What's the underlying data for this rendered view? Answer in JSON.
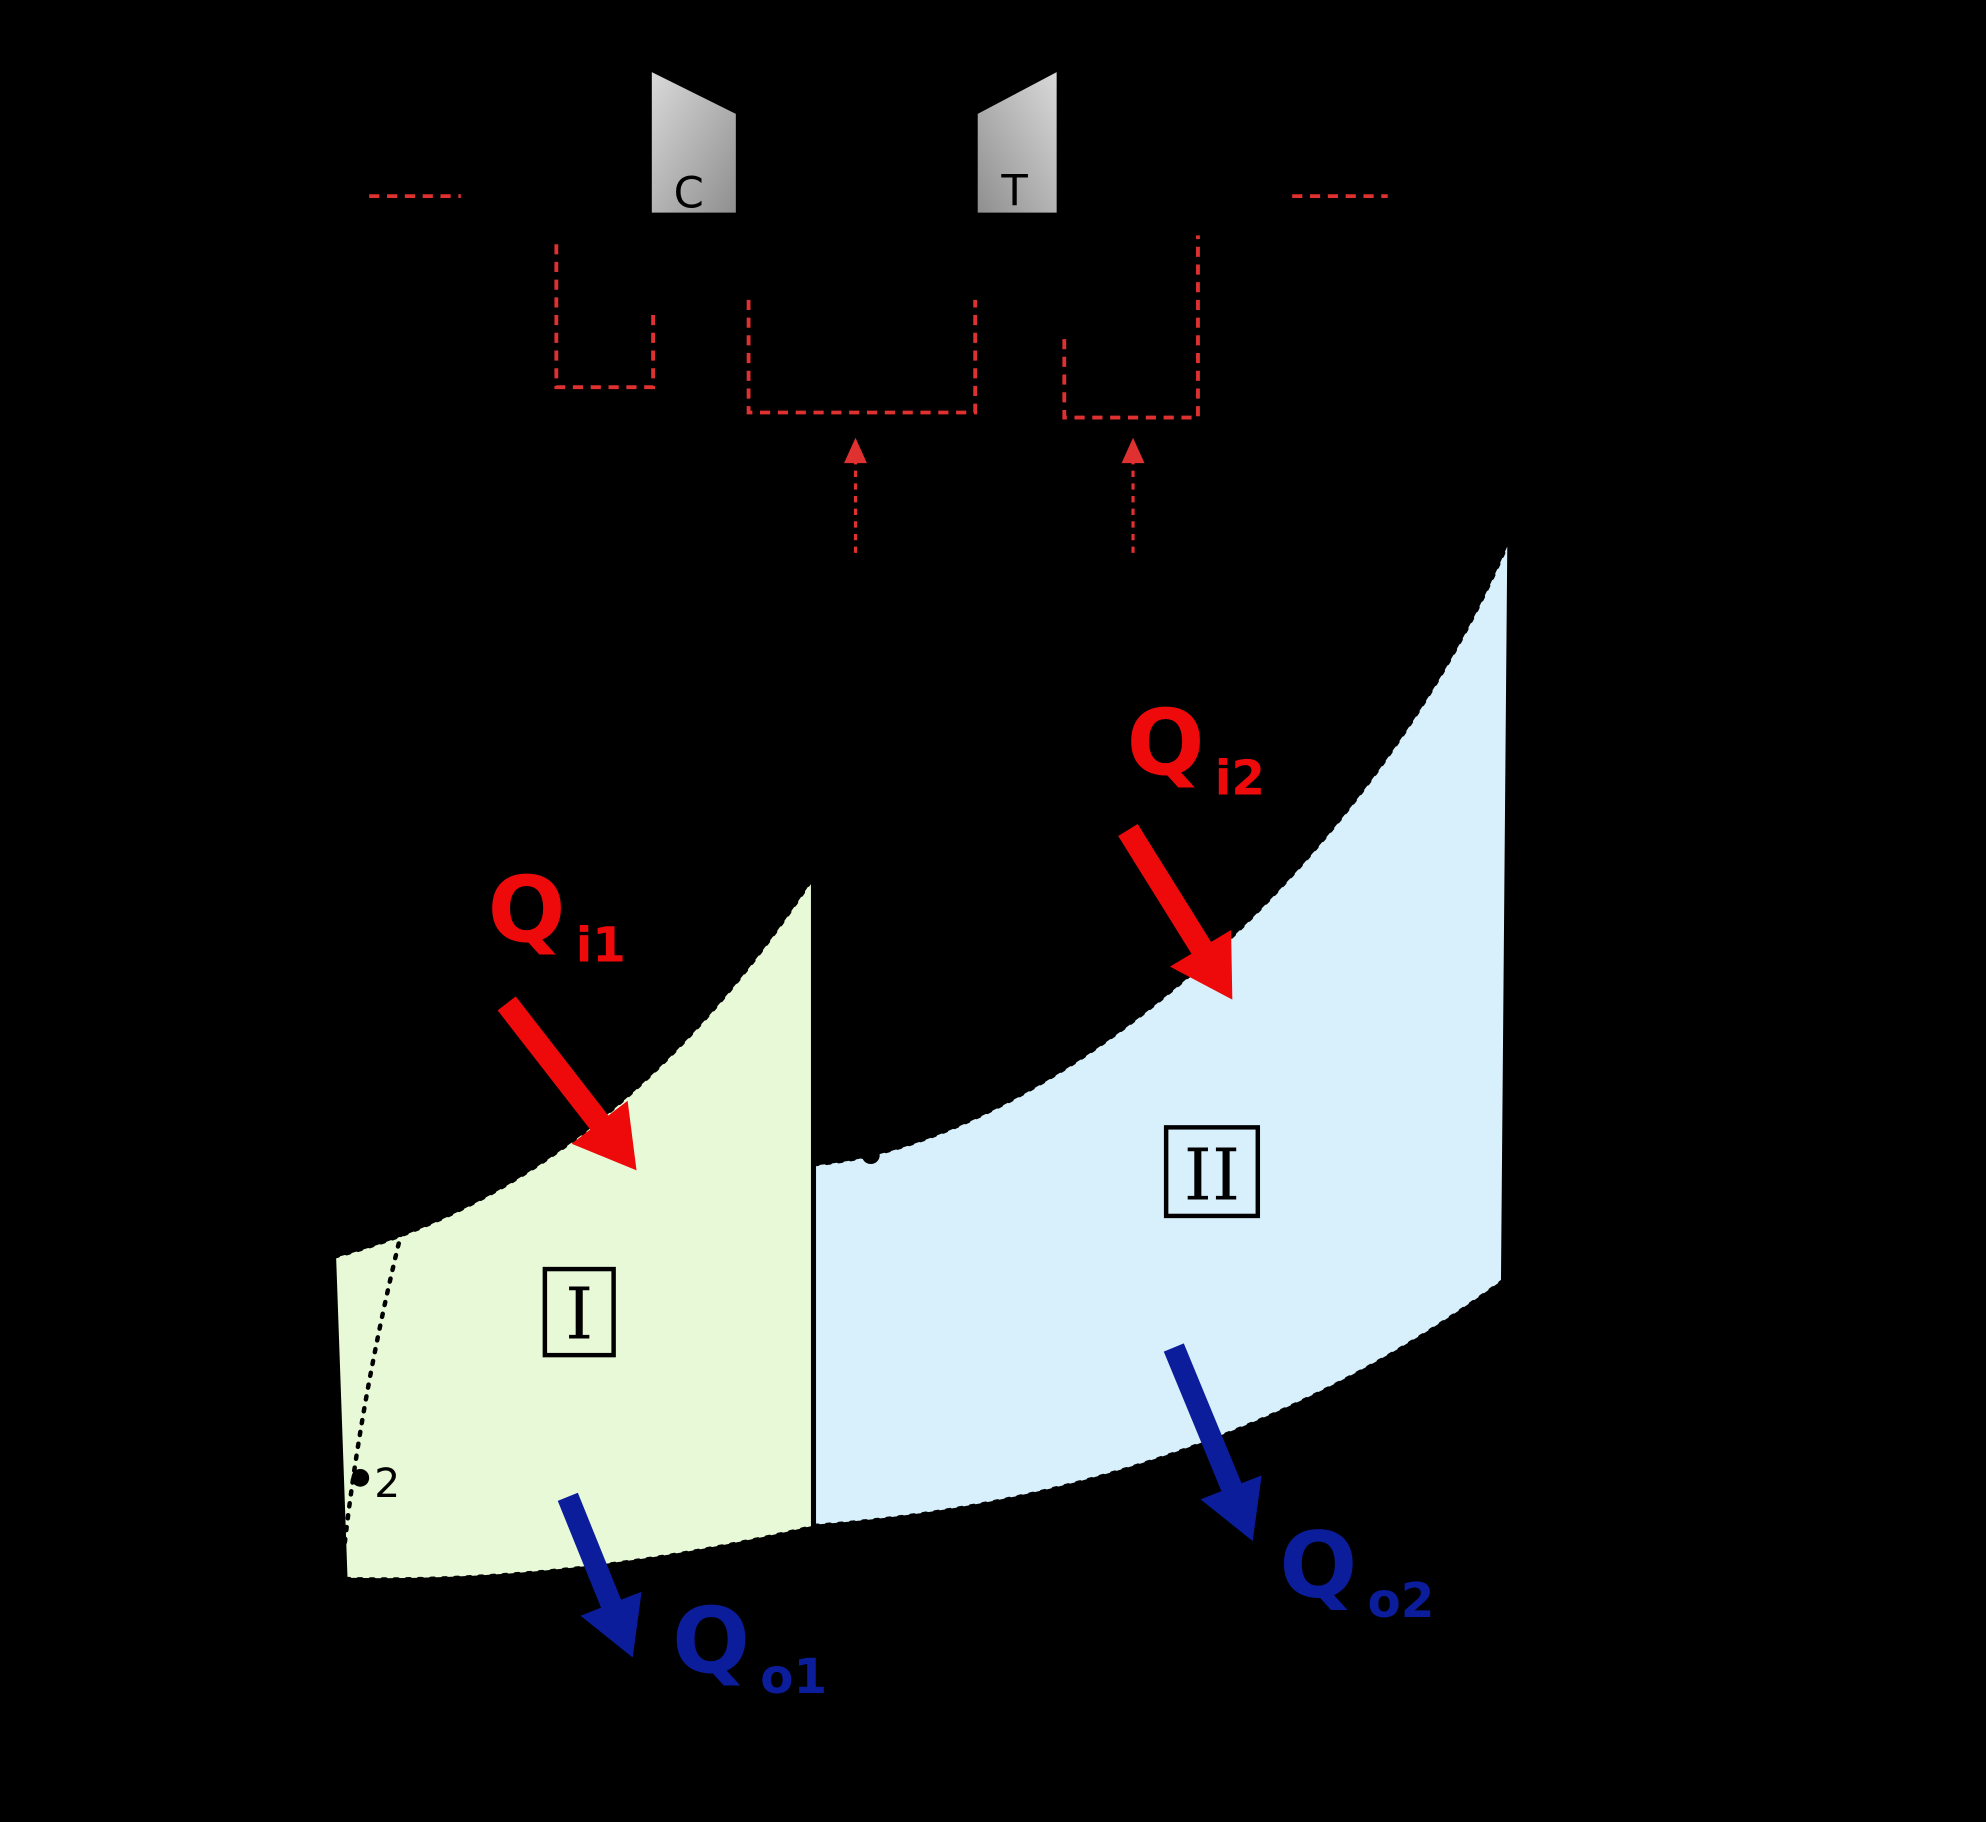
{
  "colors": {
    "background": "#000000",
    "dashed_red": "#e03131",
    "heat_in_red": "#ee0a0a",
    "heat_out_blue": "#0b1d9b",
    "region1_fill": "#e7f9d7",
    "region2_fill": "#d7f0fb",
    "machine_gray_light": "#d9d9d9",
    "machine_gray_dark": "#8f8f8f",
    "outline_black": "#000000"
  },
  "schematic": {
    "compressor_label": "C",
    "turbine_label": "T"
  },
  "diagram": {
    "region1_label": "I",
    "region2_label": "II",
    "point2_label": "2",
    "heat_in_1": {
      "main": "Q",
      "sub": "i1"
    },
    "heat_in_2": {
      "main": "Q",
      "sub": "i2"
    },
    "heat_out_1": {
      "main": "Q",
      "sub": "o1"
    },
    "heat_out_2": {
      "main": "Q",
      "sub": "o2"
    }
  }
}
